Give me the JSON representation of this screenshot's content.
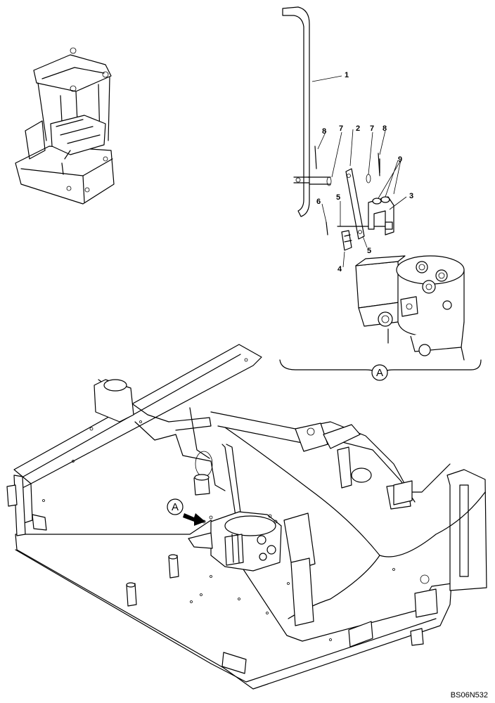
{
  "callouts": [
    {
      "id": "c1",
      "text": "1"
    },
    {
      "id": "c2",
      "text": "2"
    },
    {
      "id": "c3",
      "text": "3"
    },
    {
      "id": "c4",
      "text": "4"
    },
    {
      "id": "c5a",
      "text": "5"
    },
    {
      "id": "c5b",
      "text": "5"
    },
    {
      "id": "c6",
      "text": "6"
    },
    {
      "id": "c7a",
      "text": "7"
    },
    {
      "id": "c7b",
      "text": "7"
    },
    {
      "id": "c8a",
      "text": "8"
    },
    {
      "id": "c8b",
      "text": "8"
    },
    {
      "id": "c9",
      "text": "9"
    }
  ],
  "detail_view_label": "A",
  "view_arrow_label": "A",
  "reference_code": "BS06N532"
}
